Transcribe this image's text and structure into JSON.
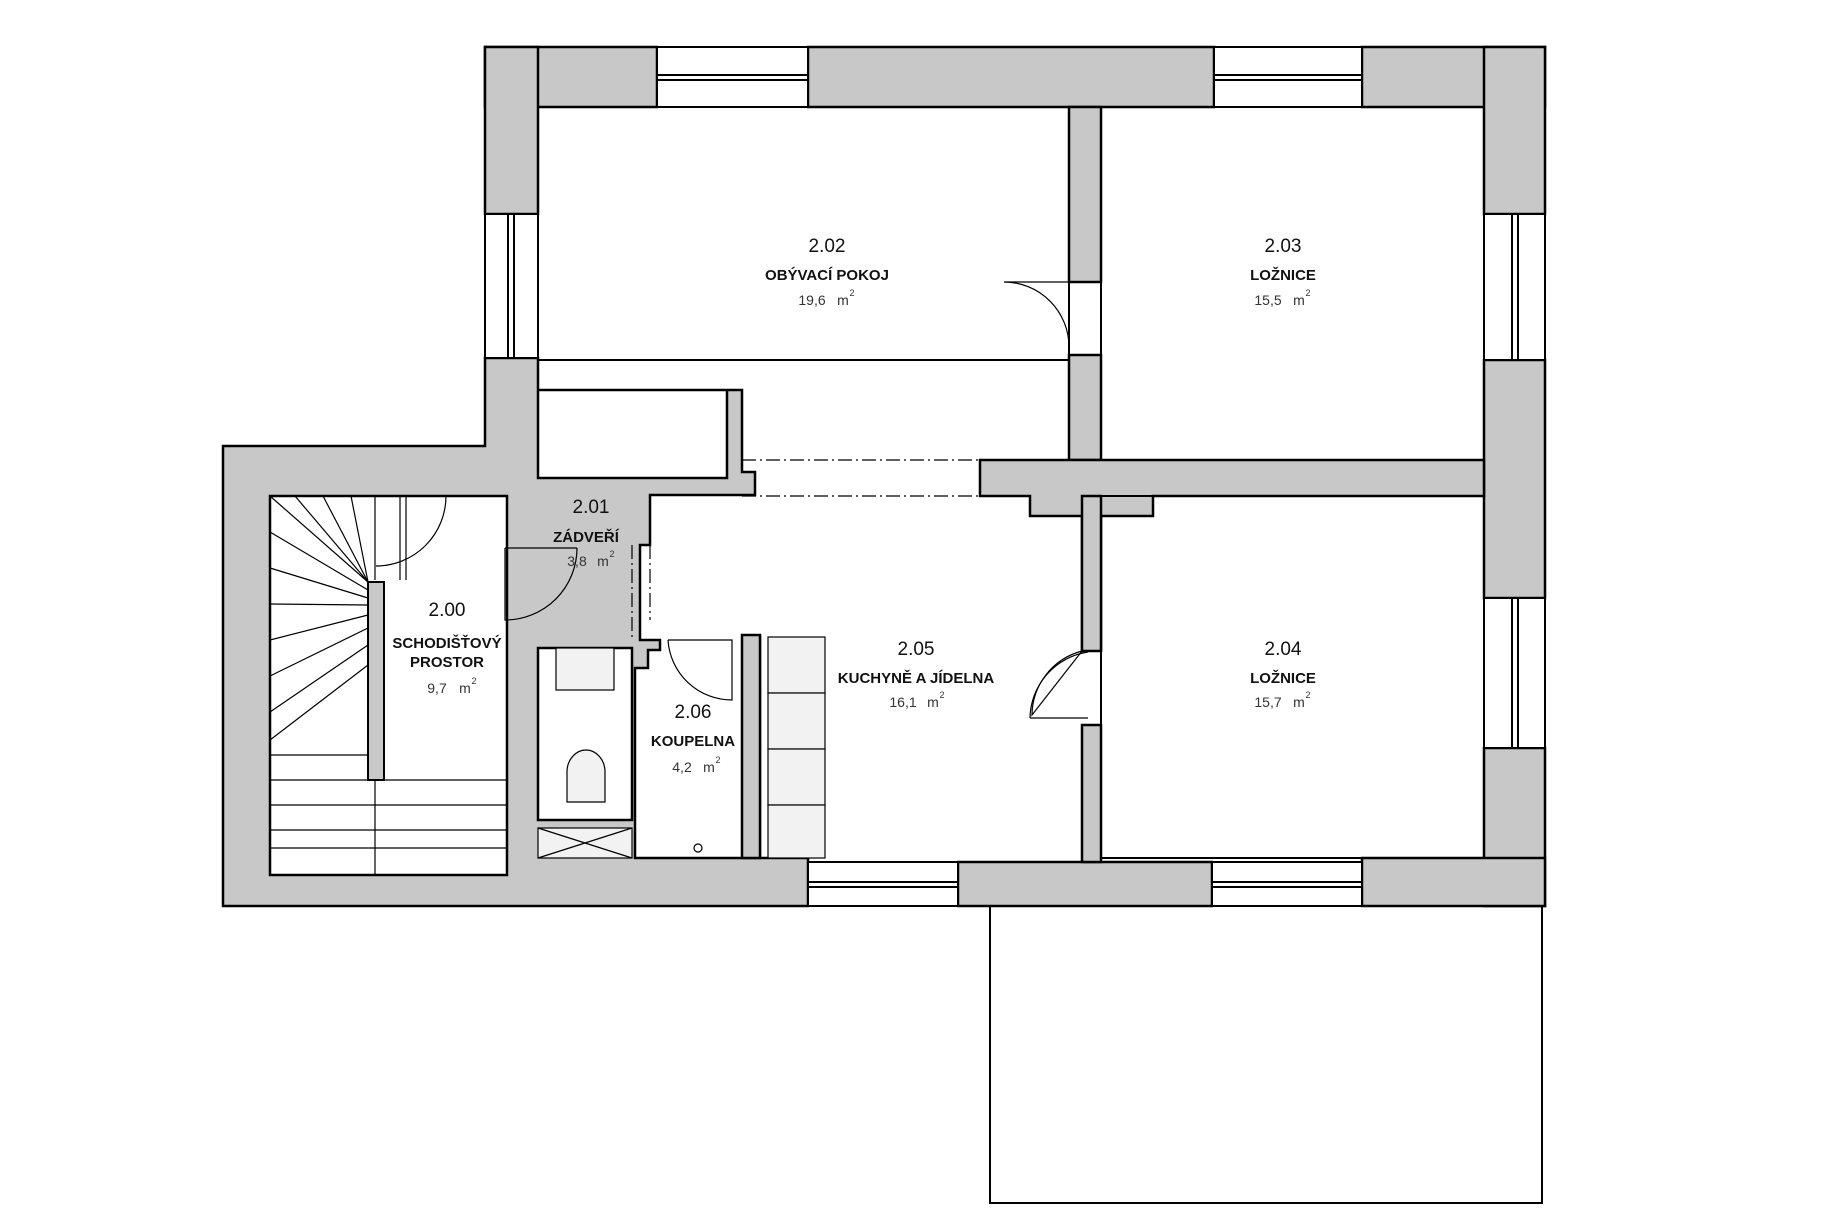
{
  "colors": {
    "wall_fill": "#c8c8c8",
    "line": "#000000",
    "background": "#ffffff",
    "fixture_fill": "#f2f2f2"
  },
  "rooms": [
    {
      "id": "2.00",
      "name_lines": [
        "SCHODIŠŤOVÝ",
        "PROSTOR"
      ],
      "area": "9,7",
      "unit": "m",
      "sup": "2"
    },
    {
      "id": "2.01",
      "name_lines": [
        "ZÁDVEŘÍ"
      ],
      "area": "3,8",
      "unit": "m",
      "sup": "2"
    },
    {
      "id": "2.02",
      "name_lines": [
        "OBÝVACÍ POKOJ"
      ],
      "area": "19,6",
      "unit": "m",
      "sup": "2"
    },
    {
      "id": "2.03",
      "name_lines": [
        "LOŽNICE"
      ],
      "area": "15,5",
      "unit": "m",
      "sup": "2"
    },
    {
      "id": "2.04",
      "name_lines": [
        "LOŽNICE"
      ],
      "area": "15,7",
      "unit": "m",
      "sup": "2"
    },
    {
      "id": "2.05",
      "name_lines": [
        "KUCHYNĚ A JÍDELNA"
      ],
      "area": "16,1",
      "unit": "m",
      "sup": "2"
    },
    {
      "id": "2.06",
      "name_lines": [
        "KOUPELNA"
      ],
      "area": "4,2",
      "unit": "m",
      "sup": "2"
    }
  ]
}
